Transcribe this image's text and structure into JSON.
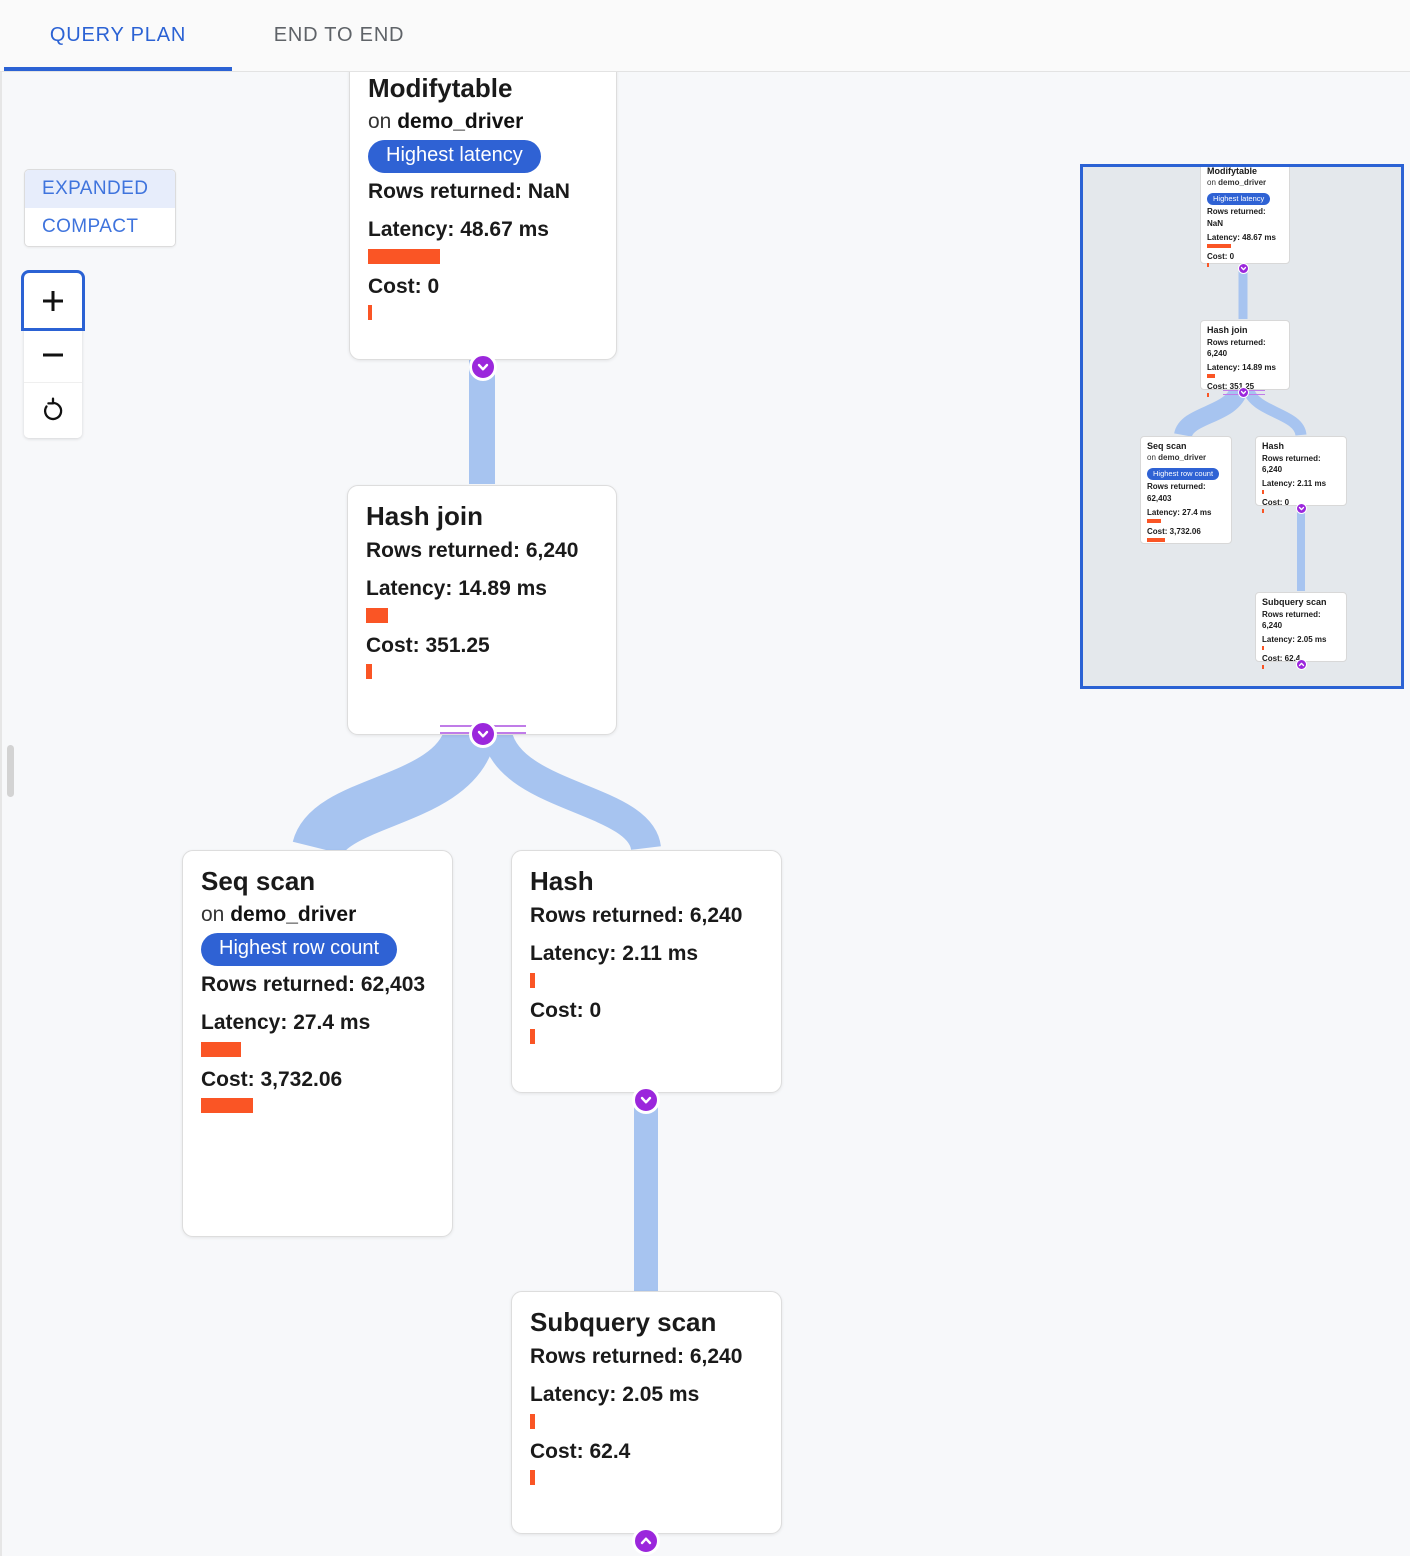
{
  "tabs": [
    {
      "label": "QUERY PLAN",
      "active": true
    },
    {
      "label": "END TO END",
      "active": false
    }
  ],
  "view_mode": {
    "expanded_label": "EXPANDED",
    "compact_label": "COMPACT",
    "selected": "EXPANDED"
  },
  "zoom_controls": {
    "zoom_in_label": "+",
    "zoom_out_label": "−",
    "reset_label": "↺"
  },
  "colors": {
    "accent_blue": "#2b62d4",
    "badge_blue": "#2f62d4",
    "bar_orange": "#fa5525",
    "edge_blue": "#a7c4f0",
    "chevron_purple": "#9b27dc",
    "minimap_bg": "#e4e8ec",
    "canvas_bg": "#f7f8fa"
  },
  "labels": {
    "on_prefix": "on",
    "rows_prefix": "Rows returned:",
    "latency_prefix": "Latency:",
    "cost_prefix": "Cost:"
  },
  "chart_data": {
    "type": "diagram",
    "title": "Query Plan",
    "nodes": [
      {
        "id": "modifytable",
        "title": "Modifytable",
        "relation": "demo_driver",
        "badge": "Highest latency",
        "rows_returned": "NaN",
        "rows_text": "Rows returned: NaN",
        "latency": "48.67 ms",
        "latency_text": "Latency: 48.67 ms",
        "latency_bar_width": 72,
        "cost": "0",
        "cost_text": "Cost: 0",
        "cost_bar_width": 4
      },
      {
        "id": "hashjoin",
        "title": "Hash join",
        "relation": null,
        "badge": null,
        "rows_returned": "6,240",
        "rows_text": "Rows returned: 6,240",
        "latency": "14.89 ms",
        "latency_text": "Latency: 14.89 ms",
        "latency_bar_width": 22,
        "cost": "351.25",
        "cost_text": "Cost: 351.25",
        "cost_bar_width": 6
      },
      {
        "id": "seqscan",
        "title": "Seq scan",
        "relation": "demo_driver",
        "badge": "Highest row count",
        "rows_returned": "62,403",
        "rows_text": "Rows returned: 62,403",
        "latency": "27.4 ms",
        "latency_text": "Latency: 27.4 ms",
        "latency_bar_width": 40,
        "cost": "3,732.06",
        "cost_text": "Cost: 3,732.06",
        "cost_bar_width": 52
      },
      {
        "id": "hash",
        "title": "Hash",
        "relation": null,
        "badge": null,
        "rows_returned": "6,240",
        "rows_text": "Rows returned: 6,240",
        "latency": "2.11 ms",
        "latency_text": "Latency: 2.11 ms",
        "latency_bar_width": 5,
        "cost": "0",
        "cost_text": "Cost: 0",
        "cost_bar_width": 4
      },
      {
        "id": "subqueryscan",
        "title": "Subquery scan",
        "relation": null,
        "badge": null,
        "rows_returned": "6,240",
        "rows_text": "Rows returned: 6,240",
        "latency": "2.05 ms",
        "latency_text": "Latency: 2.05 ms",
        "latency_bar_width": 5,
        "cost": "62.4",
        "cost_text": "Cost: 62.4",
        "cost_bar_width": 4
      }
    ],
    "edges": [
      {
        "from": "modifytable",
        "to": "hashjoin"
      },
      {
        "from": "hashjoin",
        "to": "seqscan"
      },
      {
        "from": "hashjoin",
        "to": "hash"
      },
      {
        "from": "hash",
        "to": "subqueryscan"
      }
    ]
  },
  "minimap": {
    "present": true,
    "viewport_highlighted": true
  }
}
